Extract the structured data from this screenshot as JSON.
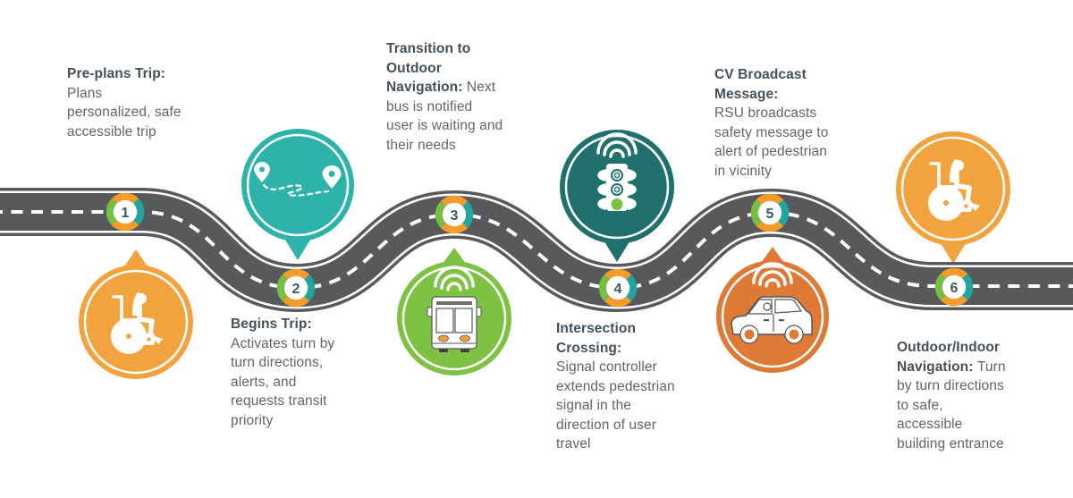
{
  "steps": [
    {
      "number": "1",
      "title": "Pre-plans Trip:\n",
      "body": "Plans\npersonalized, safe\naccessible trip",
      "icon": "wheelchair-user-icon",
      "bubble_color": "#F2A33E"
    },
    {
      "number": "2",
      "title": "Begins Trip:\n",
      "body": "Activates turn by\nturn directions,\nalerts, and\nrequests transit\npriority",
      "icon": "route-pins-icon",
      "bubble_color": "#2EB3AB"
    },
    {
      "number": "3",
      "title": "Transition to\nOutdoor\nNavigation: ",
      "body": "Next\nbus is notified\nuser is waiting and\ntheir needs",
      "icon": "connected-bus-icon",
      "bubble_color": "#7DC242"
    },
    {
      "number": "4",
      "title": "Intersection\nCrossing:\n",
      "body": "Signal controller\nextends pedestrian\nsignal in the\ndirection of user\ntravel",
      "icon": "connected-traffic-signal-icon",
      "bubble_color": "#20706E"
    },
    {
      "number": "5",
      "title": "CV Broadcast\nMessage:\n",
      "body": "RSU broadcasts\nsafety message to\nalert of pedestrian\nin vicinity",
      "icon": "connected-car-icon",
      "bubble_color": "#DF7A36"
    },
    {
      "number": "6",
      "title": "Outdoor/Indoor\nNavigation: ",
      "body": "Turn\nby turn directions\nto safe,\naccessible\nbuilding entrance",
      "icon": "wheelchair-user-icon",
      "bubble_color": "#F2A33E"
    }
  ],
  "colors": {
    "road_gray": "#58595B",
    "road_line_white": "#FFFFFF",
    "badge_orange": "#F59C28",
    "badge_teal": "#1FA79F",
    "badge_green": "#76BF43",
    "title_text": "#44515A",
    "body_text": "#616568",
    "accent_orange": "#F5A33C",
    "signal_green": "#7DC242"
  }
}
